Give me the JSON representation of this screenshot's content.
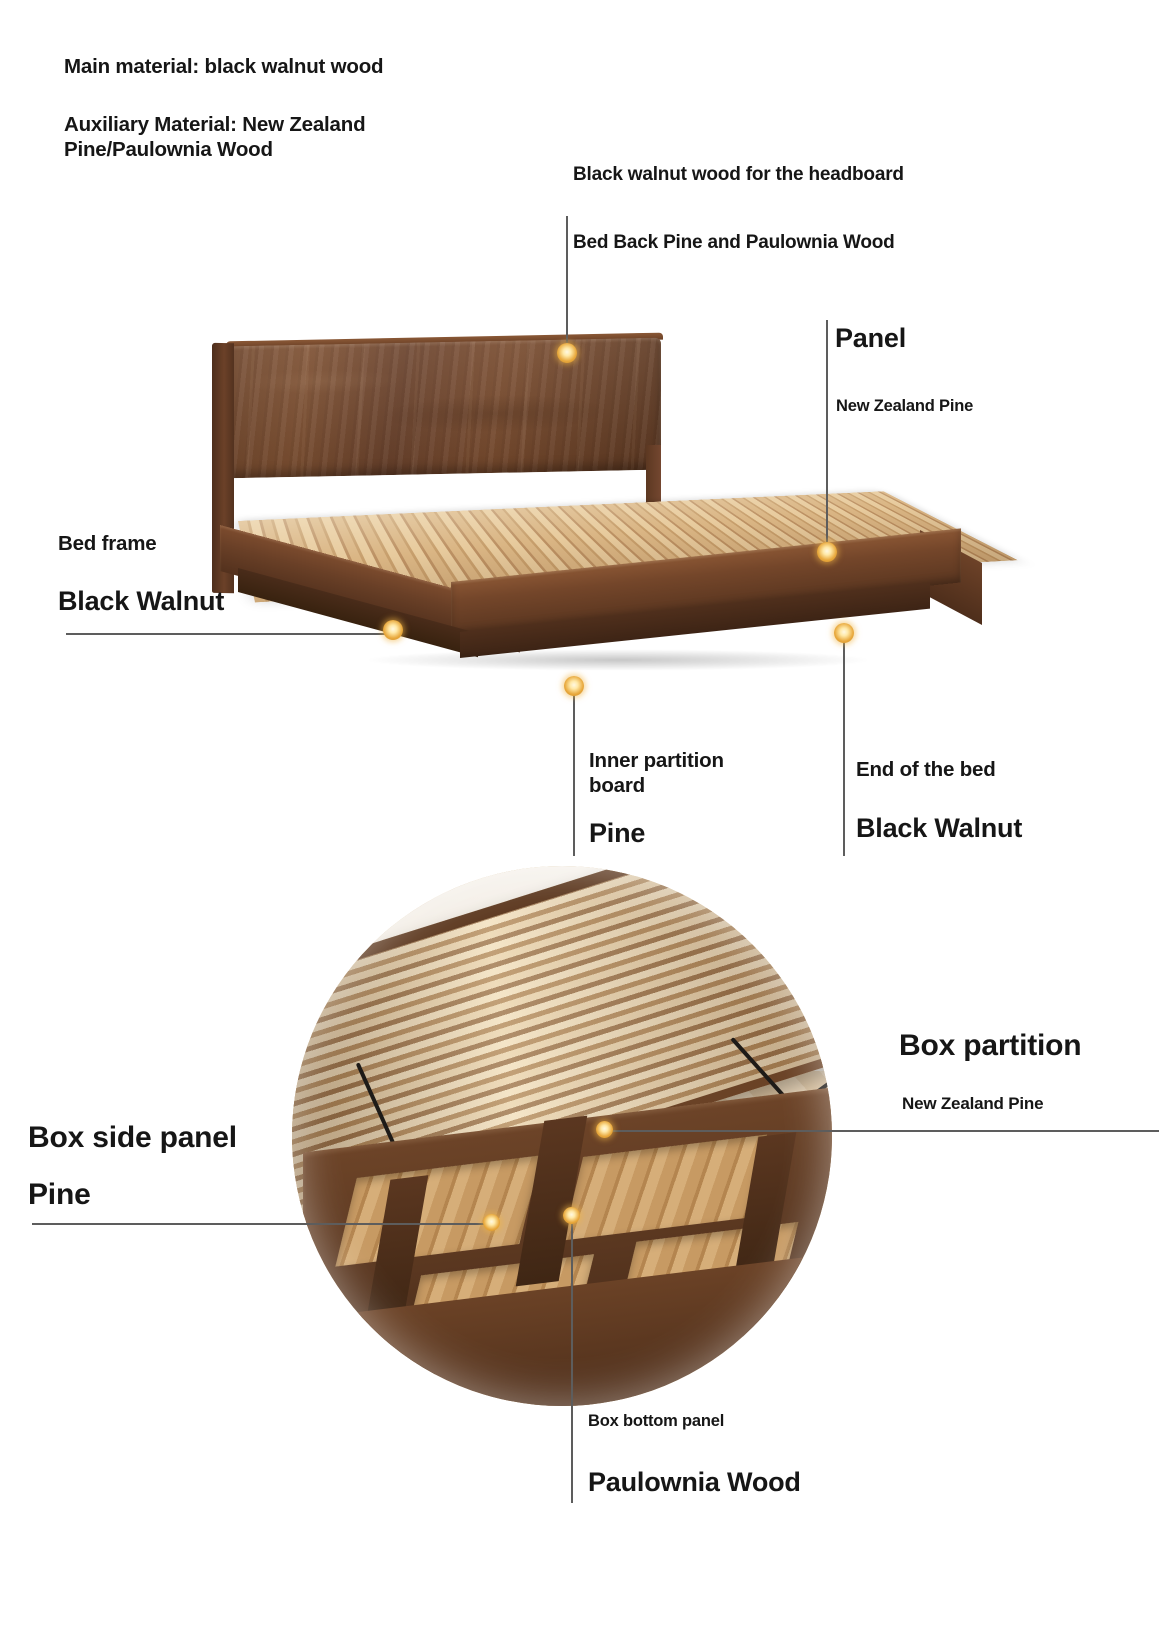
{
  "page": {
    "title": "Black walnut storage bed material breakdown",
    "background": "#ffffff",
    "marker_color": "#e8a83c",
    "leader_line_color": "#5d5d5d"
  },
  "intro": {
    "main_material": "Main material: black walnut wood",
    "auxiliary_material": "Auxiliary Material: New Zealand\nPine/Paulownia Wood"
  },
  "top_diagram": {
    "callouts": [
      {
        "id": "headboard",
        "title": "Black walnut wood for the headboard",
        "subtitle": "Bed Back Pine and Paulownia Wood",
        "material": "Black walnut wood"
      },
      {
        "id": "panel",
        "title": "Panel",
        "subtitle": "New Zealand Pine",
        "material": "New Zealand Pine"
      },
      {
        "id": "bed-frame",
        "title": "Bed frame",
        "subtitle": "Black Walnut",
        "material": "Black Walnut"
      },
      {
        "id": "inner-partition-board",
        "title": "Inner partition\nboard",
        "subtitle": "Pine",
        "material": "Pine"
      },
      {
        "id": "end-of-the-bed",
        "title": "End of the bed",
        "subtitle": "Black Walnut",
        "material": "Black Walnut"
      }
    ]
  },
  "bottom_diagram": {
    "callouts": [
      {
        "id": "box-partition",
        "title": "Box partition",
        "subtitle": "New Zealand Pine",
        "material": "New Zealand Pine"
      },
      {
        "id": "box-side-panel",
        "title": "Box side panel",
        "subtitle": "Pine",
        "material": "Pine"
      },
      {
        "id": "box-bottom-panel",
        "title": "Box bottom panel",
        "subtitle": "Paulownia Wood",
        "material": "Paulownia Wood"
      }
    ]
  }
}
